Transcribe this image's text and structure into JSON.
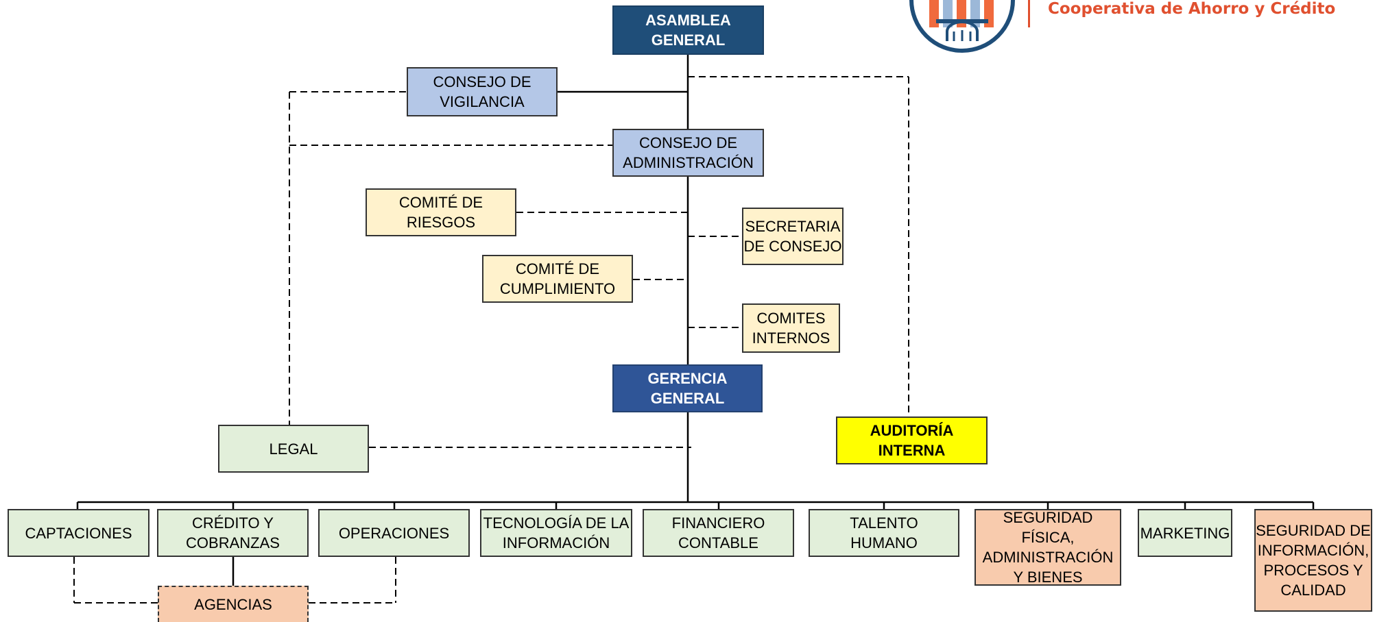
{
  "header": {
    "brand_tagline": "Cooperativa de Ahorro y Crédito",
    "logo_icon": "cooperative-building-logo",
    "colors": {
      "brand": "#e0502f",
      "logo_blue": "#1f4e79"
    }
  },
  "top": {
    "asamblea": "ASAMBLEA\nGENERAL",
    "consejo_vigilancia": "CONSEJO DE\nVIGILANCIA",
    "consejo_administracion": "CONSEJO DE\nADMINISTRACIÓN"
  },
  "comites": {
    "riesgos": "COMITÉ DE\nRIESGOS",
    "secretaria": "SECRETARIA\nDE CONSEJO",
    "cumplimiento": "COMITÉ DE\nCUMPLIMIENTO",
    "internos": "COMITES\nINTERNOS"
  },
  "gerencia": "GERENCIA\nGENERAL",
  "legal": "LEGAL",
  "auditoria": "AUDITORÍA\nINTERNA",
  "departments": [
    "CAPTACIONES",
    "CRÉDITO Y\nCOBRANZAS",
    "OPERACIONES",
    "TECNOLOGÍA DE LA\nINFORMACIÓN",
    "FINANCIERO\nCONTABLE",
    "TALENTO\nHUMANO",
    "SEGURIDAD FÍSICA,\nADMINISTRACIÓN\nY BIENES",
    "MARKETING",
    "SEGURIDAD DE\nINFORMACIÓN,\nPROCESOS Y\nCALIDAD"
  ],
  "agencias": "AGENCIAS"
}
